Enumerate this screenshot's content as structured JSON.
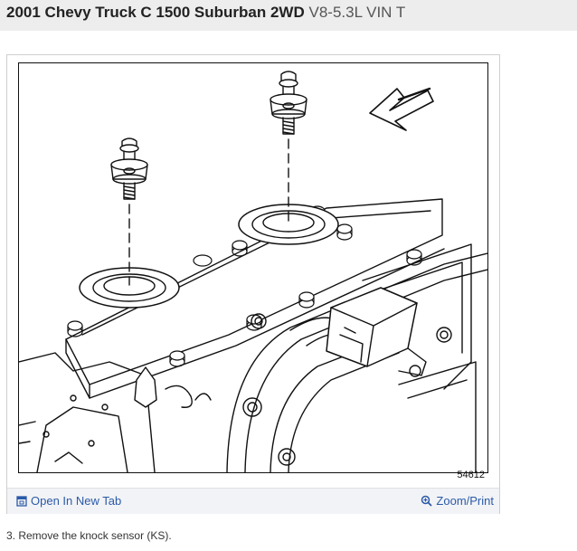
{
  "header": {
    "title_bold": "2001 Chevy Truck C 1500 Suburban 2WD",
    "title_rest": "V8-5.3L VIN T"
  },
  "figure": {
    "number": "54612"
  },
  "toolbar": {
    "open_tab_label": "Open In New Tab",
    "zoom_label": "Zoom/Print"
  },
  "step": {
    "text": "3. Remove the knock sensor (KS)."
  },
  "icons": {
    "open_tab": "open-tab-icon",
    "zoom": "zoom-icon"
  },
  "colors": {
    "header_bg": "#ededed",
    "link": "#2a5aa8",
    "toolbar_bg": "#f2f3f6"
  }
}
